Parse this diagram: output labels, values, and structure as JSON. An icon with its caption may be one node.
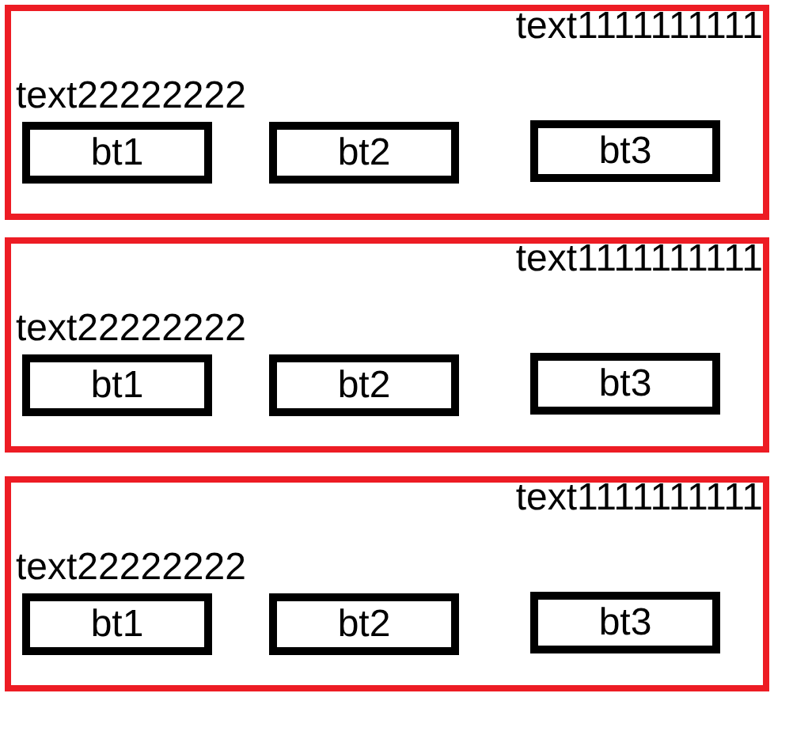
{
  "diagram": {
    "nodes": [
      {
        "text": [
          "text1111111111",
          "text22222222"
        ]
      },
      {
        "text": [
          "bt1"
        ],
        "in": 0
      },
      {
        "text": [
          "bt2"
        ],
        "in": 0
      },
      {
        "text": [
          "bt3"
        ],
        "in": 0
      },
      {
        "text": [
          "text1111111111",
          "text22222222"
        ]
      },
      {
        "text": [
          "bt1"
        ],
        "in": 4
      },
      {
        "text": [
          "bt2"
        ],
        "in": 4
      },
      {
        "text": [
          "bt3"
        ],
        "in": 4
      },
      {
        "text": [
          "text1111111111",
          "text22222222"
        ]
      },
      {
        "text": [
          "bt1"
        ],
        "in": 8
      },
      {
        "text": [
          "bt2"
        ],
        "in": 8
      },
      {
        "text": [
          "bt3"
        ],
        "in": 8
      }
    ],
    "edges": []
  }
}
